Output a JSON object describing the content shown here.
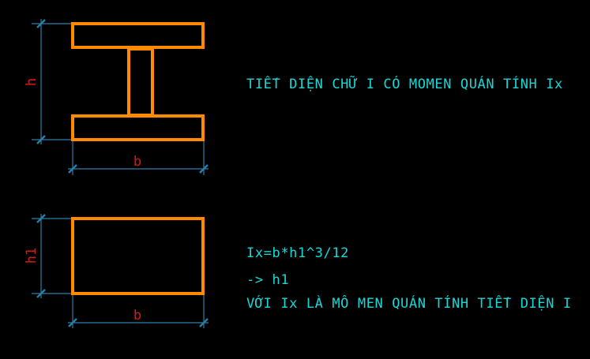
{
  "colors": {
    "background": "#000000",
    "section_outline": "#ff8a00",
    "dimension_line": "#2a7fa8",
    "dimension_text": "#d21a1a",
    "annotation_text": "#19d7d7"
  },
  "i_section": {
    "height_label": "h",
    "width_label": "b"
  },
  "rect_section": {
    "height_label": "h1",
    "width_label": "b"
  },
  "notes": {
    "title": "TIẾT DIỆN CHỮ I CÓ MOMEN QUÁN TÍNH Ix",
    "formula": "Ix=b*h1^3/12",
    "arrow_result": "-> h1",
    "explanation": "VỚI Ix LÀ MÔ MEN QUÁN TÍNH TIẾT DIỆN I"
  }
}
